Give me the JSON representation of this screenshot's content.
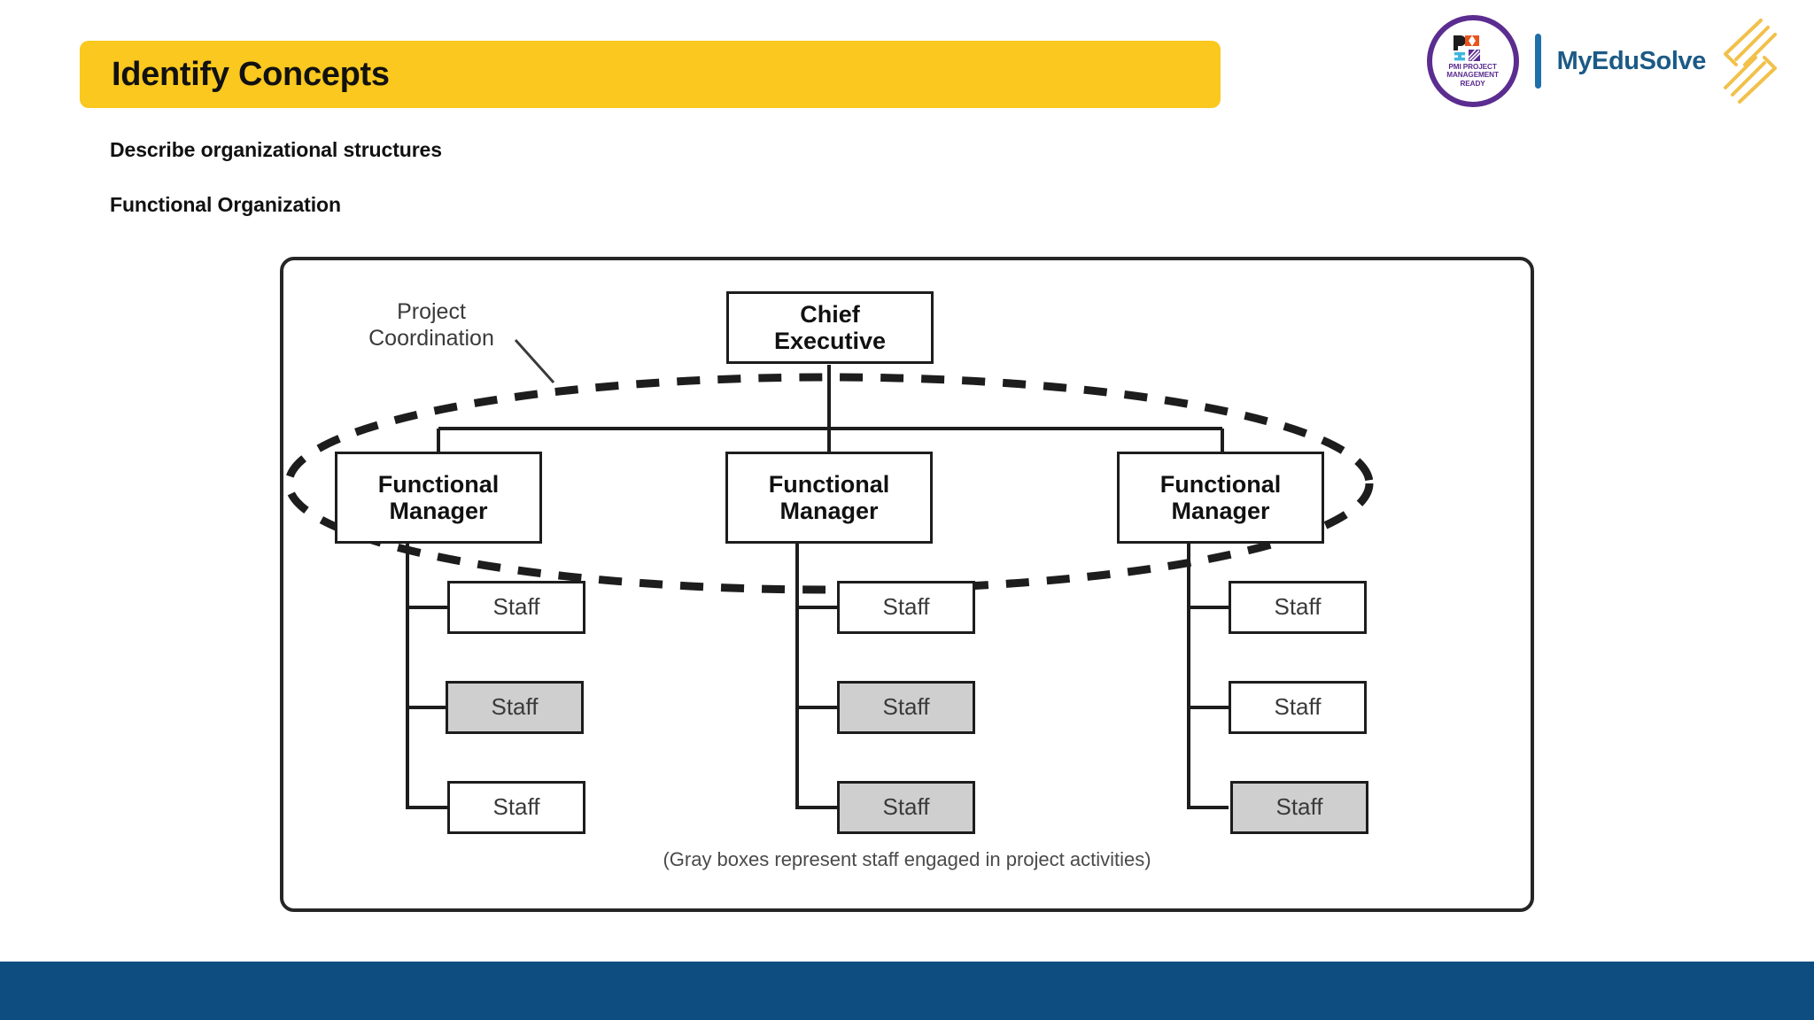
{
  "header": {
    "title": "Identify Concepts",
    "banner_color": "#FAC81E"
  },
  "brand": {
    "pmi_badge_line1": "PMI PROJECT",
    "pmi_badge_line2": "MANAGEMENT",
    "pmi_badge_line3": "READY",
    "pmi_mark_text": "PMI",
    "pmi_ring_color": "#5B2D90",
    "divider_color": "#1F6FA8",
    "myedusolve_name": "MyEduSolve",
    "myedusolve_color": "#1B5A86",
    "myedusolve_accent": "#F2C14B"
  },
  "body": {
    "subheading_1": "Describe organizational structures",
    "subheading_2": "Functional Organization"
  },
  "diagram": {
    "annotation_line1": "Project",
    "annotation_line2": "Coordination",
    "caption": "(Gray boxes represent staff engaged in project activities)",
    "executive_line1": "Chief",
    "executive_line2": "Executive",
    "manager_line1": "Functional",
    "manager_line2": "Manager",
    "staff_label": "Staff",
    "gray_fill": "#cfcfcf",
    "line_color": "#1d1d1d",
    "columns": [
      {
        "manager": "Functional Manager",
        "staff": [
          {
            "label": "Staff",
            "gray": false
          },
          {
            "label": "Staff",
            "gray": true
          },
          {
            "label": "Staff",
            "gray": false
          }
        ]
      },
      {
        "manager": "Functional Manager",
        "staff": [
          {
            "label": "Staff",
            "gray": false
          },
          {
            "label": "Staff",
            "gray": true
          },
          {
            "label": "Staff",
            "gray": true
          }
        ]
      },
      {
        "manager": "Functional Manager",
        "staff": [
          {
            "label": "Staff",
            "gray": false
          },
          {
            "label": "Staff",
            "gray": false
          },
          {
            "label": "Staff",
            "gray": true
          }
        ]
      }
    ]
  },
  "footer": {
    "bar_color": "#0D4D80"
  }
}
